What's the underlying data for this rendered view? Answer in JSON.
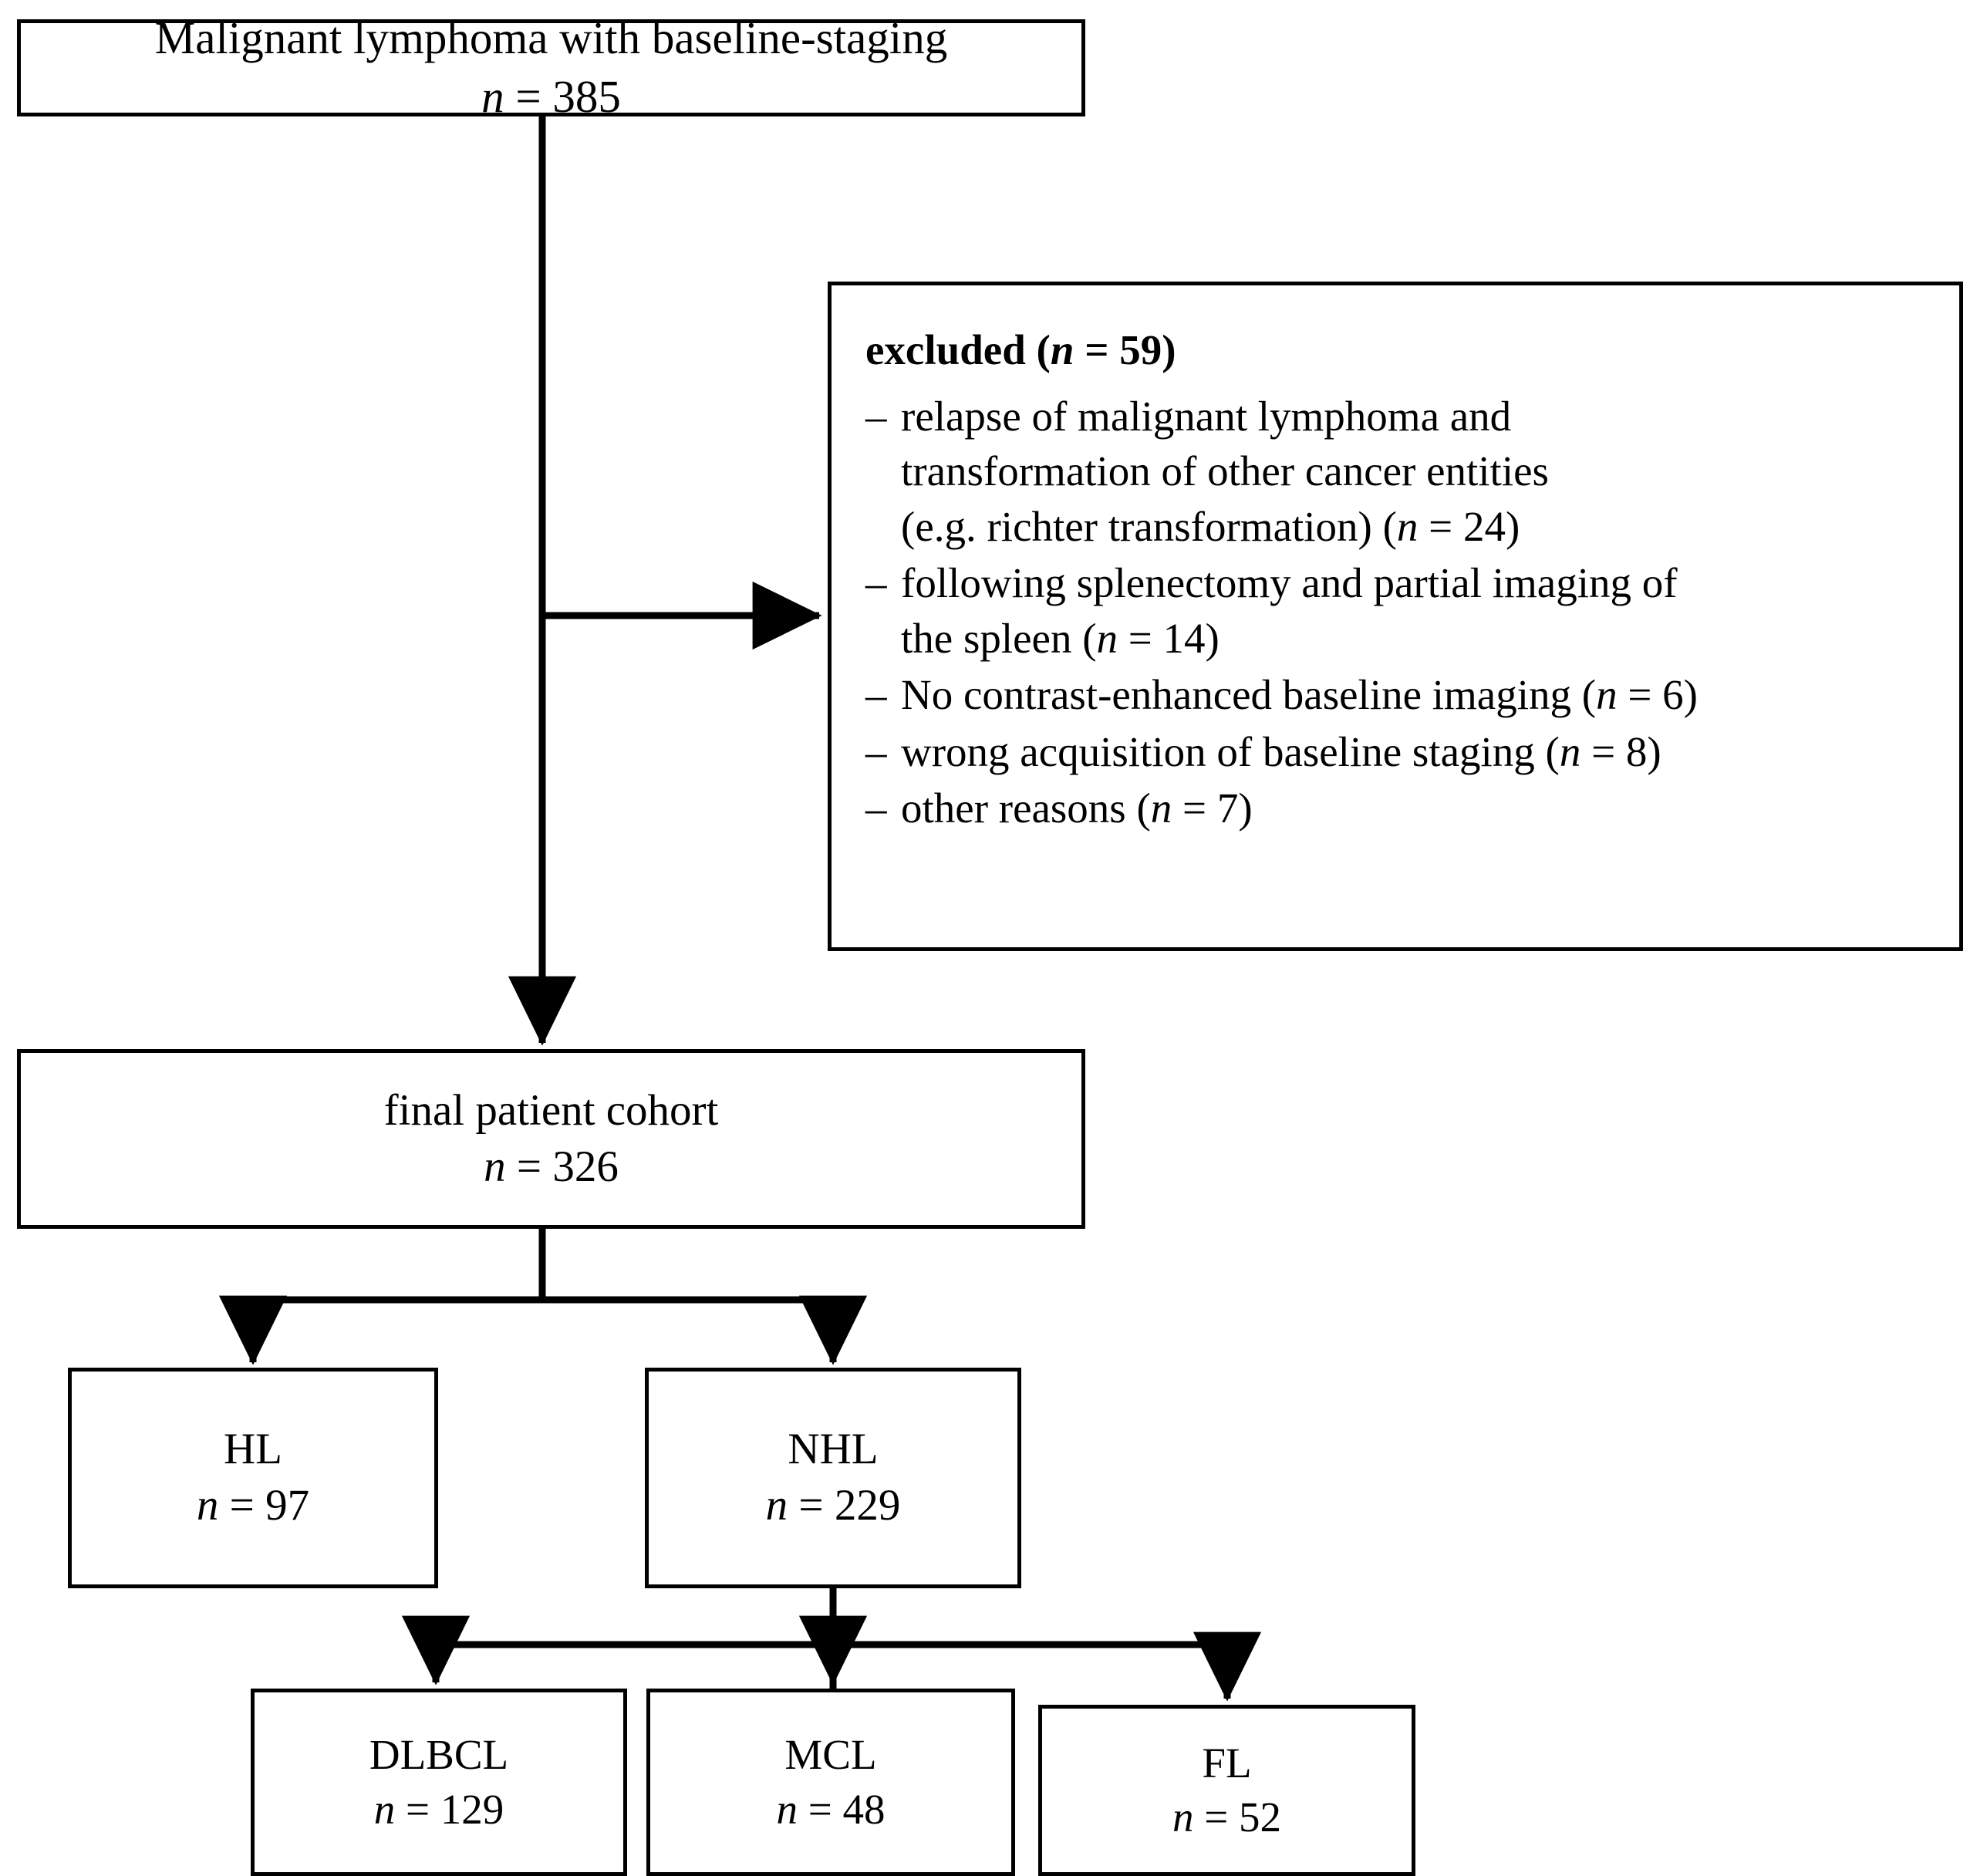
{
  "diagram": {
    "type": "flowchart",
    "title": "Patient selection flowchart",
    "colors": {
      "stroke": "#000000",
      "fill": "#ffffff",
      "text": "#000000"
    },
    "nodes": {
      "baseline": {
        "label": "Malignant lymphoma with baseline-staging",
        "n_label": "n = 385",
        "n_prefix": "n",
        "n_eq": " = ",
        "n_value": "385",
        "count": 385
      },
      "excluded": {
        "title_text": "excluded (",
        "title_n": "n",
        "title_eq": " = ",
        "title_value": "59)",
        "count": 59,
        "items": [
          {
            "dash": "–",
            "line1": "relapse of malignant lymphoma and",
            "line2": "transformation of other cancer entities",
            "line3_pre": "(e.g. richter transformation) (",
            "line3_n": "n",
            "line3_eq": " = ",
            "line3_value": "24)",
            "count": 24
          },
          {
            "dash": "–",
            "line1": "following splenectomy and partial imaging of",
            "line2_pre": "the spleen (",
            "line2_n": "n",
            "line2_eq": " = ",
            "line2_value": "14)",
            "count": 14
          },
          {
            "dash": "–",
            "line1_pre": "No contrast-enhanced baseline imaging (",
            "line1_n": "n",
            "line1_eq": " = ",
            "line1_value": "6)",
            "count": 6
          },
          {
            "dash": "–",
            "line1_pre": "wrong acquisition of baseline staging (",
            "line1_n": "n",
            "line1_eq": " = ",
            "line1_value": "8)",
            "count": 8
          },
          {
            "dash": "–",
            "line1_pre": "other reasons (",
            "line1_n": "n",
            "line1_eq": " = ",
            "line1_value": "7)",
            "count": 7
          }
        ]
      },
      "cohort": {
        "label": "final patient cohort",
        "n_prefix": "n",
        "n_eq": " = ",
        "n_value": "326",
        "count": 326
      },
      "hl": {
        "label": "HL",
        "n_prefix": "n",
        "n_eq": " = ",
        "n_value": "97",
        "count": 97
      },
      "nhl": {
        "label": "NHL",
        "n_prefix": "n",
        "n_eq": " = ",
        "n_value": "229",
        "count": 229
      },
      "dlbcl": {
        "label": "DLBCL",
        "n_prefix": "n",
        "n_eq": " = ",
        "n_value": "129",
        "count": 129
      },
      "mcl": {
        "label": "MCL",
        "n_prefix": "n",
        "n_eq": " = ",
        "n_value": "48",
        "count": 48
      },
      "fl": {
        "label": "FL",
        "n_prefix": "n",
        "n_eq": " = ",
        "n_value": "52",
        "count": 52
      }
    },
    "edges": [
      {
        "from": "baseline",
        "to": "excluded",
        "style": "elbow-right-arrow"
      },
      {
        "from": "baseline",
        "to": "cohort",
        "style": "straight-down-arrow"
      },
      {
        "from": "cohort",
        "to": "hl",
        "style": "split-down-arrow"
      },
      {
        "from": "cohort",
        "to": "nhl",
        "style": "split-down-arrow"
      },
      {
        "from": "nhl",
        "to": "dlbcl",
        "style": "split-down-arrow"
      },
      {
        "from": "nhl",
        "to": "mcl",
        "style": "split-down-arrow"
      },
      {
        "from": "nhl",
        "to": "fl",
        "style": "split-down-arrow"
      }
    ]
  }
}
